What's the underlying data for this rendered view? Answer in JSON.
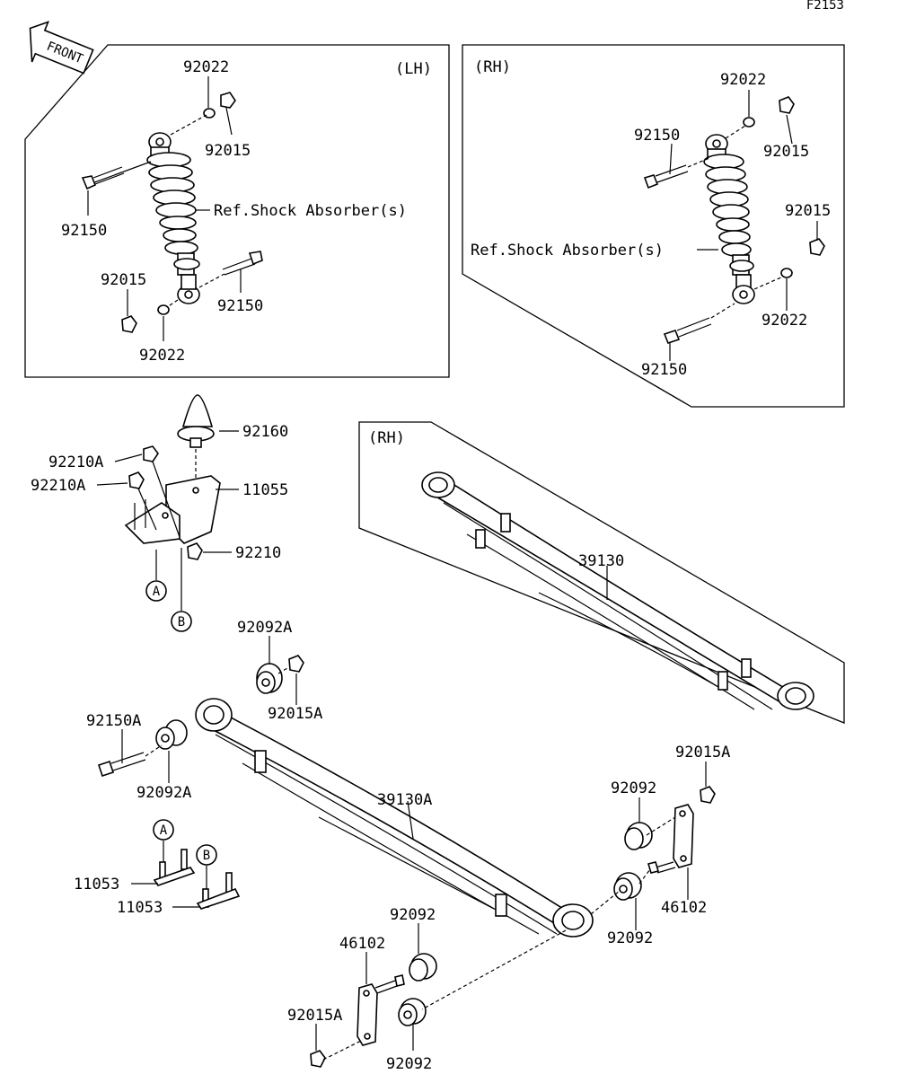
{
  "figure_code": "F2153",
  "front_label": "FRONT",
  "lh_panel": {
    "side": "(LH)",
    "ref": "Ref.Shock Absorber(s)",
    "labels": [
      "92022",
      "92015",
      "92150",
      "92015",
      "92150",
      "92022"
    ]
  },
  "rh_panel": {
    "side": "(RH)",
    "ref": "Ref.Shock Absorber(s)",
    "labels": [
      "92022",
      "92150",
      "92015",
      "92015",
      "92022",
      "92150"
    ]
  },
  "rh_spring_panel": {
    "side": "(RH)",
    "labels": [
      "39130"
    ]
  },
  "bracket": {
    "labels": [
      "92160",
      "92210A",
      "92210A",
      "11055",
      "92210"
    ],
    "callouts": [
      "A",
      "B"
    ]
  },
  "main_spring": {
    "labels": [
      "92092A",
      "92015A",
      "92150A",
      "92092A",
      "39130A",
      "92015A",
      "92092",
      "46102",
      "92092",
      "92092",
      "46102",
      "92015A",
      "92092"
    ]
  },
  "ubolts": {
    "labels": [
      "11053",
      "11053"
    ],
    "callouts": [
      "A",
      "B"
    ]
  }
}
